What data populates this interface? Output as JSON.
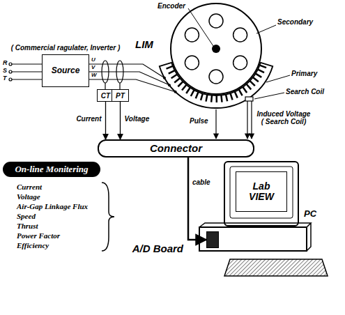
{
  "diagram": {
    "nodes": [
      {
        "text": [
          "( Commercial ragulater, Inverter )",
          "Source"
        ]
      },
      {
        "text": [
          "CT"
        ]
      },
      {
        "text": [
          "PT"
        ]
      },
      {
        "text": [
          "Connector"
        ]
      },
      {
        "text": [
          "On-line Monitering"
        ]
      },
      {
        "text": [
          "Lab VIEW"
        ]
      },
      {
        "text": [
          "A/D Board"
        ]
      }
    ],
    "edges": [
      {
        "from": 1,
        "to": 3,
        "label": "Current",
        "arrow": "to"
      },
      {
        "from": 2,
        "to": 3,
        "label": "Voltage",
        "arrow": "to"
      },
      {
        "from": 3,
        "to": 6,
        "label": "cable",
        "arrow": "to"
      }
    ],
    "labels": [
      "R",
      "S",
      "T",
      "U",
      "V",
      "W",
      "Encoder",
      "Secondary",
      "LIM",
      "Primary",
      "Search Coil",
      "Pulse",
      "Induced Voltage ( Search Coil)",
      "PC",
      "Current",
      "Voltage",
      "Air-Gap Linkage Flux",
      "Speed",
      "Thrust",
      "Power Factor",
      "Efficiency"
    ]
  }
}
